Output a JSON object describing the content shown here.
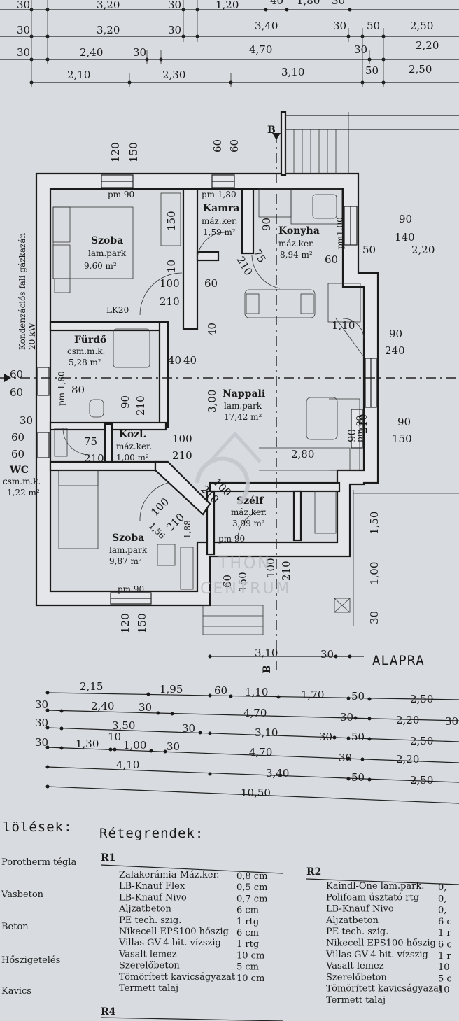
{
  "dim_rows_top": [
    [
      "30",
      "3,20",
      "30",
      "1,20",
      "40",
      "1,80",
      "30"
    ],
    [
      "30",
      "3,20",
      "30",
      "3,40",
      "30",
      "50",
      "2,50"
    ],
    [
      "30",
      "2,40",
      "30",
      "4,70",
      "30",
      "2,20"
    ],
    [
      "2,10",
      "2,30",
      "3,10",
      "50",
      "2,50"
    ]
  ],
  "dim_rows_bottom": [
    [
      "2,15",
      "1,95",
      "60",
      "1,10",
      "1,70",
      "50",
      "2,50"
    ],
    [
      "30",
      "2,40",
      "30",
      "4,70",
      "30",
      "2,20",
      "30"
    ],
    [
      "30",
      "3,50",
      "30",
      "3,10",
      "30",
      "50",
      "2,50"
    ],
    [
      "30",
      "1,30",
      "10",
      "1,00",
      "30",
      "4,70",
      "30",
      "2,20"
    ],
    [
      "4,10",
      "3,40",
      "50",
      "2,50"
    ],
    [
      "10,50"
    ]
  ],
  "rooms": {
    "szoba1": {
      "name": "Szoba",
      "floor": "lam.park",
      "area": "9,60 m²"
    },
    "kamra": {
      "name": "Kamra",
      "floor": "máz.ker.",
      "area": "1,59 m²"
    },
    "konyha": {
      "name": "Konyha",
      "floor": "máz.ker.",
      "area": "8,94 m²"
    },
    "furdo": {
      "name": "Fürdő",
      "floor": "csm.m.k.",
      "area": "5,28 m²"
    },
    "nappali": {
      "name": "Nappali",
      "floor": "lam.park",
      "area": "17,42 m²"
    },
    "kozl": {
      "name": "Közl.",
      "floor": "máz.ker.",
      "area": "1,00 m²"
    },
    "wc": {
      "name": "WC",
      "floor": "csm.m.k.",
      "area": "1,22 m²"
    },
    "szelf": {
      "name": "Szélf",
      "floor": "máz.ker.",
      "area": "3,99 m²"
    },
    "szoba2": {
      "name": "Szoba",
      "floor": "lam.park",
      "area": "9,87 m²"
    }
  },
  "plan_labels": {
    "pm90_top": "pm 90",
    "pm180": "pm 1,80",
    "pm100": "pm1,00",
    "pm180b": "pm 1,80",
    "pm90_bl": "pm 90",
    "pm90_szelf": "pm 90",
    "pm90_right": "pm 90",
    "lk20": "LK20",
    "kazan": "Kondenzációs fali gázkazán",
    "kazan_kw": "20 kW",
    "sec_b": "B",
    "sec_b2": "B",
    "d120": "120",
    "d150": "150",
    "d60": "60",
    "d60b": "60",
    "d150b": "150",
    "d120b": "120",
    "d90": "90",
    "d140": "140",
    "d50": "50",
    "d220": "2,20",
    "d90b": "90",
    "d240": "240",
    "d90c": "90",
    "d150c": "150",
    "d60l": "60",
    "d60l2": "60",
    "d30l": "30",
    "d60l3": "60",
    "d60l4": "60",
    "d100": "100",
    "d210": "210",
    "d60m": "60",
    "d40": "40",
    "d40b": "40",
    "d40c": "40",
    "d80": "80",
    "d90d": "90",
    "d210b": "210",
    "d75": "75",
    "d210c": "210",
    "d100b": "100",
    "d210d": "210",
    "d300": "3,00",
    "d280": "2,80",
    "d100c": "100",
    "d210e": "210",
    "d100d": "100",
    "d210f": "210",
    "d188": "1,88",
    "d156": "1,56",
    "d60n": "60",
    "d150d": "150",
    "d100e": "100",
    "d210g": "210",
    "d150r": "1,50",
    "d100r": "1,00",
    "d30r": "30",
    "d90e": "90",
    "d75b": "75",
    "d210h": "210",
    "d60o": "60",
    "d110": "1,10",
    "d90f": "90",
    "d210i": "210",
    "d310": "3,10",
    "d30b": "30",
    "alapra": "ALAPRA"
  },
  "legend": {
    "title": "lölések:",
    "items": [
      "Porotherm tégla",
      "Vasbeton",
      "Beton",
      "Hőszigetelés",
      "Kavics"
    ]
  },
  "layers": {
    "title": "Rétegrendek:",
    "r1": {
      "code": "R1",
      "rows": [
        [
          "Zalakerámia-Máz.ker.",
          "0,8 cm"
        ],
        [
          "LB-Knauf Flex",
          "0,5 cm"
        ],
        [
          "LB-Knauf Nivo",
          "0,7 cm"
        ],
        [
          "Aljzatbeton",
          "6 cm"
        ],
        [
          "PE tech. szig.",
          "1 rtg"
        ],
        [
          "Nikecell EPS100 hőszig",
          "6 cm"
        ],
        [
          "Villas GV-4 bit. vízszig",
          "1 rtg"
        ],
        [
          "Vasalt lemez",
          "10 cm"
        ],
        [
          "Szerelőbeton",
          "5 cm"
        ],
        [
          "Tömörített kavicságyazat",
          "10 cm"
        ],
        [
          "Termett talaj",
          ""
        ]
      ]
    },
    "r2": {
      "code": "R2",
      "rows": [
        [
          "Kaindl-One lam.park.",
          "0,"
        ],
        [
          "Polifoam úsztató rtg",
          "0,"
        ],
        [
          "LB-Knauf Nivo",
          "0,"
        ],
        [
          "Aljzatbeton",
          "6 c"
        ],
        [
          "PE tech. szig.",
          "1 r"
        ],
        [
          "Nikecell EPS100 hőszig",
          "6 c"
        ],
        [
          "Villas GV-4 bit. vízszig",
          "1 r"
        ],
        [
          "Vasalt lemez",
          "10"
        ],
        [
          "Szerelőbeton",
          "5 c"
        ],
        [
          "Tömörített kavicságyazat",
          "10"
        ],
        [
          "Termett talaj",
          ""
        ]
      ]
    },
    "r4": {
      "code": "R4"
    }
  },
  "watermark": {
    "line1": "THON",
    "line2": "CENTRUM"
  }
}
